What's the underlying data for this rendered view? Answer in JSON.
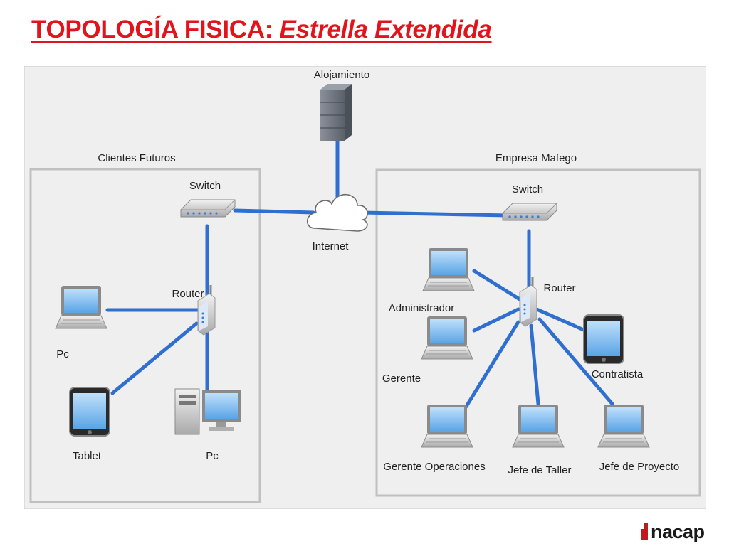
{
  "slide": {
    "title_main": "TOPOLOGÍA FISICA: ",
    "title_emphasis": "Estrella Extendida",
    "title_color": "#e2141b"
  },
  "diagram": {
    "hosting": {
      "label": "Alojamiento"
    },
    "internet": {
      "label": "Internet"
    },
    "left_group": {
      "label": "Clientes Futuros",
      "switch_label": "Switch",
      "router_label": "Router",
      "devices": [
        {
          "label": "Pc",
          "icon": "laptop-icon"
        },
        {
          "label": "Tablet",
          "icon": "tablet-icon"
        },
        {
          "label": "Pc",
          "icon": "desktop-computer-icon"
        }
      ]
    },
    "right_group": {
      "label": "Empresa Mafego",
      "switch_label": "Switch",
      "router_label": "Router",
      "devices": [
        {
          "label": "Administrador",
          "icon": "laptop-icon"
        },
        {
          "label": "Gerente",
          "icon": "laptop-icon"
        },
        {
          "label": "Contratista",
          "icon": "tablet-icon"
        },
        {
          "label": "Gerente Operaciones",
          "icon": "laptop-icon"
        },
        {
          "label": "Jefe de Taller",
          "icon": "laptop-icon"
        },
        {
          "label": "Jefe de Proyecto",
          "icon": "laptop-icon"
        }
      ]
    },
    "colors": {
      "link": "#2f6fd0",
      "panel": "#efefef",
      "group_border": "#c0c0c0"
    }
  },
  "brand": {
    "logo_text": "nacap",
    "logo_color": "#c0181e"
  }
}
